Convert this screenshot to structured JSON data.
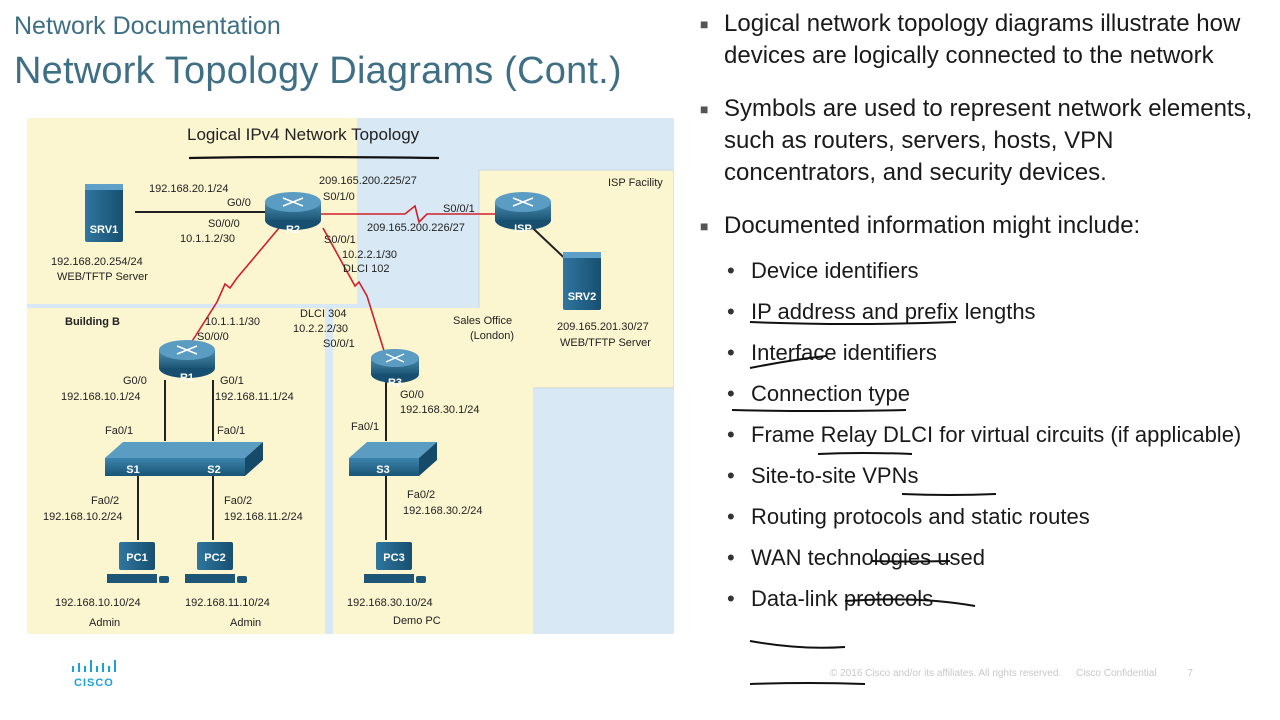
{
  "header": {
    "subtitle": "Network Documentation",
    "title": "Network Topology Diagrams (Cont.)"
  },
  "bullets": [
    "Logical network topology diagrams illustrate how devices are logically connected to the network",
    "Symbols are used to represent network elements, such as routers, servers, hosts, VPN concentrators, and security devices.",
    "Documented information might include:"
  ],
  "sub_bullets": [
    "Device identifiers",
    "IP address and prefix lengths",
    "Interface identifiers",
    "Connection type",
    "Frame Relay DLCI for virtual circuits (if applicable)",
    "Site-to-site VPNs",
    "Routing protocols and static routes",
    "WAN technologies used",
    "Data-link protocols"
  ],
  "diagram": {
    "title": "Logical IPv4 Network Topology",
    "zones": {
      "isp": "ISP Facility",
      "building_b": "Building B",
      "sales_1": "Sales Office",
      "sales_2": "(London)"
    },
    "devices": {
      "srv1": "SRV1",
      "r2": "R2",
      "isp": "ISP",
      "srv2": "SRV2",
      "r1": "R1",
      "r3": "R3",
      "s1": "S1",
      "s2": "S2",
      "s3": "S3",
      "pc1": "PC1",
      "pc2": "PC2",
      "pc3": "PC3"
    },
    "labels": {
      "srv1_ip": "192.168.20.254/24",
      "srv1_role": "WEB/TFTP Server",
      "r2_g00_ip": "192.168.20.1/24",
      "r2_g00": "G0/0",
      "r2_s010_ip": "209.165.200.225/27",
      "r2_s010": "S0/1/0",
      "r2_s000": "S0/0/0",
      "r2_s000_ip": "10.1.1.2/30",
      "r2_s001": "S0/0/1",
      "r2_s001_ip": "10.2.2.1/30",
      "r2_dlci": "DLCI 102",
      "isp_s001": "S0/0/1",
      "isp_ip": "209.165.200.226/27",
      "srv2_ip": "209.165.201.30/27",
      "srv2_role": "WEB/TFTP Server",
      "r1_s000_ip": "10.1.1.1/30",
      "r1_s000": "S0/0/0",
      "r3_dlci": "DLCI 304",
      "r3_s001_ip": "10.2.2.2/30",
      "r3_s001": "S0/0/1",
      "r1_g00": "G0/0",
      "r1_g00_ip": "192.168.10.1/24",
      "r1_g01": "G0/1",
      "r1_g01_ip": "192.168.11.1/24",
      "r3_g00": "G0/0",
      "r3_g00_ip": "192.168.30.1/24",
      "s1_fa01": "Fa0/1",
      "s2_fa01": "Fa0/1",
      "s3_fa01": "Fa0/1",
      "s1_fa02": "Fa0/2",
      "s1_fa02_ip": "192.168.10.2/24",
      "s2_fa02": "Fa0/2",
      "s2_fa02_ip": "192.168.11.2/24",
      "s3_fa02": "Fa0/2",
      "s3_fa02_ip": "192.168.30.2/24",
      "pc1_ip": "192.168.10.10/24",
      "pc1_name": "Admin",
      "pc2_ip": "192.168.11.10/24",
      "pc2_name": "Admin",
      "pc3_ip": "192.168.30.10/24",
      "pc3_name": "Demo PC"
    }
  },
  "logo_text": "CISCO",
  "footer": {
    "copyright": "© 2016 Cisco and/or its affiliates. All rights reserved.",
    "confidential": "Cisco Confidential",
    "page": "7"
  },
  "colors": {
    "title": "#3f6f85",
    "zone_yellow": "#fbf5d0",
    "zone_blue": "#d8e8f4",
    "router": "#2a6a8c",
    "serial_link": "#d0202c"
  },
  "icons": {
    "router": "router-icon",
    "switch": "switch-icon",
    "server": "server-icon",
    "pc": "pc-icon"
  }
}
